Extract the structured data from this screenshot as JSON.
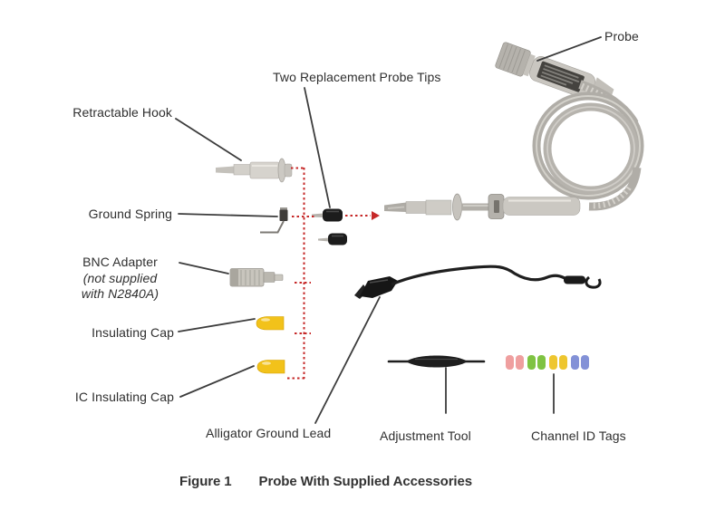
{
  "callouts": {
    "probe": "Probe",
    "two_replacement_probe_tips": "Two Replacement Probe Tips",
    "retractable_hook": "Retractable Hook",
    "ground_spring": "Ground Spring",
    "bnc_adapter": "BNC Adapter",
    "bnc_adapter_note_line1": "(not supplied",
    "bnc_adapter_note_line2": "with N2840A)",
    "insulating_cap": "Insulating Cap",
    "ic_insulating_cap": "IC Insulating Cap",
    "alligator_ground_lead": "Alligator Ground Lead",
    "adjustment_tool": "Adjustment Tool",
    "channel_id_tags": "Channel ID Tags"
  },
  "caption": {
    "label": "Figure 1",
    "title": "Probe With Supplied Accessories"
  },
  "channel_id_tag_colors": [
    "pink",
    "pink",
    "green",
    "green",
    "yellow",
    "yellow",
    "blue",
    "blue"
  ],
  "colors": {
    "annotation_red": "#c62828",
    "leader_line": "#3c3c3c",
    "label_text": "#2f2f2f",
    "insulating_cap_yellow": "#f2c21a",
    "channel_tag_pink": "#ef9f9f",
    "channel_tag_green": "#7fc342",
    "channel_tag_yellow": "#eec62f",
    "channel_tag_blue": "#8391d7"
  }
}
